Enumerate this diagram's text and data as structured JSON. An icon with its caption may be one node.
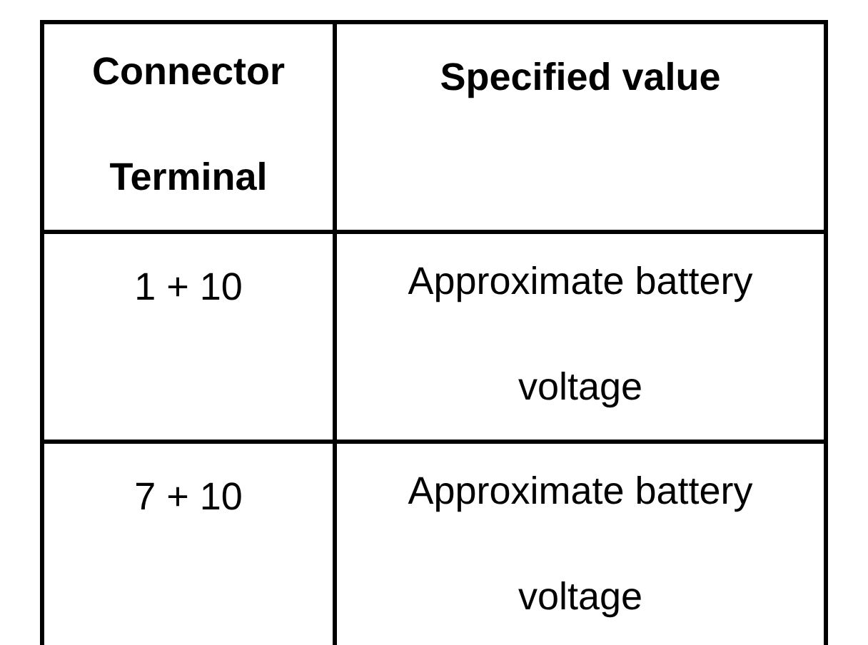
{
  "diagram": {
    "labels": [
      "Connector Terminal",
      "Specified value",
      "1 + 10",
      "Approximate battery voltage",
      "7 + 10",
      "Approximate battery voltage"
    ]
  }
}
